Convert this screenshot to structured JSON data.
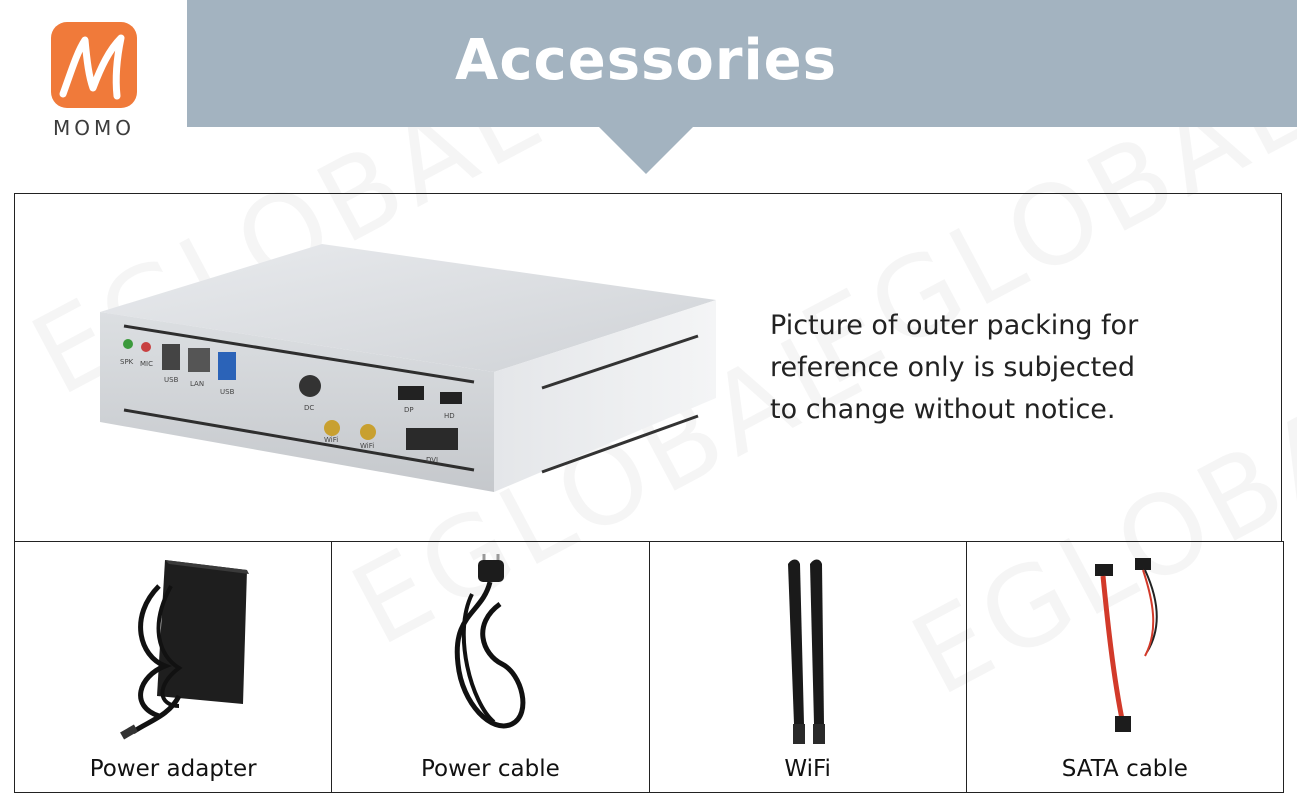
{
  "brand": {
    "name": "MOMO",
    "color": "#f07a3a"
  },
  "banner": {
    "title": "Accessories",
    "color": "#a3b3c0"
  },
  "notice": {
    "lines": [
      "Picture of outer packing for",
      "reference only is subjected",
      "to change without notice."
    ]
  },
  "product": {
    "port_labels": [
      "SPK",
      "MIC",
      "USB",
      "LAN",
      "USB",
      "DC",
      "WiFi",
      "WiFi",
      "DP",
      "HD",
      "DVI"
    ]
  },
  "accessories": [
    {
      "label": "Power adapter",
      "icon": "power-adapter-icon"
    },
    {
      "label": "Power cable",
      "icon": "power-cable-icon"
    },
    {
      "label": "WiFi",
      "icon": "wifi-antenna-icon"
    },
    {
      "label": "SATA cable",
      "icon": "sata-cable-icon"
    }
  ],
  "watermark": "EGLOBAL"
}
